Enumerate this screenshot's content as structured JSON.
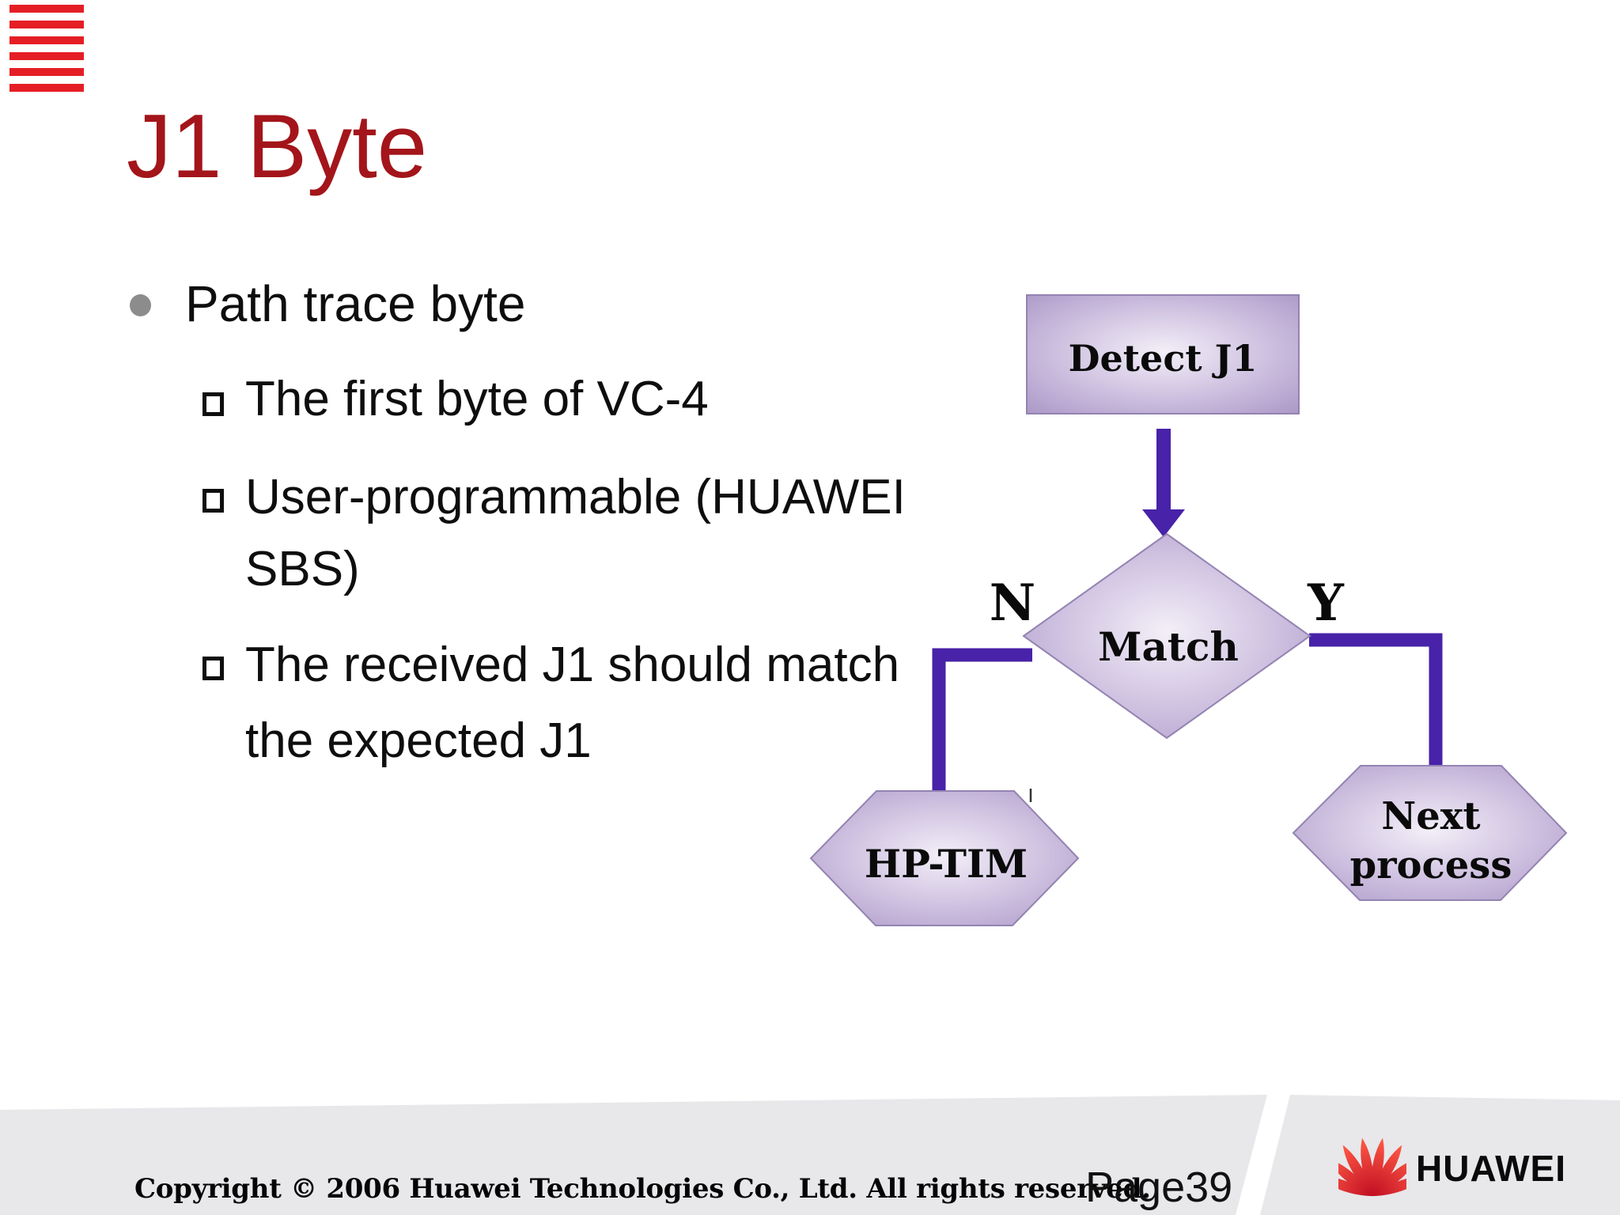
{
  "slide": {
    "title": "J1 Byte",
    "bullets": {
      "main": "Path trace byte",
      "sub1": "The first byte of VC-4",
      "sub2_line1": "User-programmable (HUAWEI",
      "sub2_line2": "SBS)",
      "sub3_line1": "The received J1 should match",
      "sub3_line2": "the expected J1"
    }
  },
  "flowchart": {
    "detect_label": "Detect J1",
    "decision_label": "Match",
    "no_label": "N",
    "yes_label": "Y",
    "fail_label": "HP-TIM",
    "next_label_line1": "Next",
    "next_label_line2": "process"
  },
  "footer": {
    "copyright": "Copyright © 2006 Huawei Technologies Co., Ltd. All rights reserved.",
    "page_number": "Page39",
    "brand": "HUAWEI"
  },
  "colors": {
    "title_red": "#a3151a",
    "accent_purple": "#4822a8",
    "huawei_red": "#e51e25",
    "footer_bg": "#e8e7ea",
    "text_black": "#0e0e0e",
    "bullet_gray": "#8c8c8c"
  }
}
